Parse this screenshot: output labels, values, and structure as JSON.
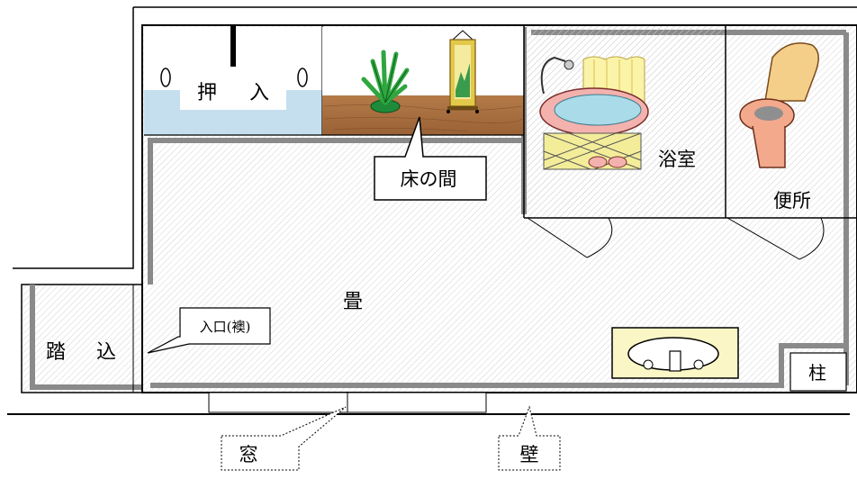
{
  "rooms": {
    "tatami": "畳",
    "oshiire": [
      "押",
      "入"
    ],
    "tokonoma": "床の間",
    "bath": "浴室",
    "toilet": "便所",
    "fumikomi": [
      "踏",
      "込"
    ],
    "pillar": "柱"
  },
  "callouts": {
    "entrance": "入口(襖)",
    "window": "窓",
    "wall": "壁"
  },
  "colors": {
    "wall": "#8a8a8a",
    "hatch": "#d4d4d4",
    "wood": "#a46a3c",
    "water": "#c8e4f2",
    "sink": "#fbf6c6",
    "toilet": "#f3a98c",
    "tub": "#f6b4b0"
  }
}
